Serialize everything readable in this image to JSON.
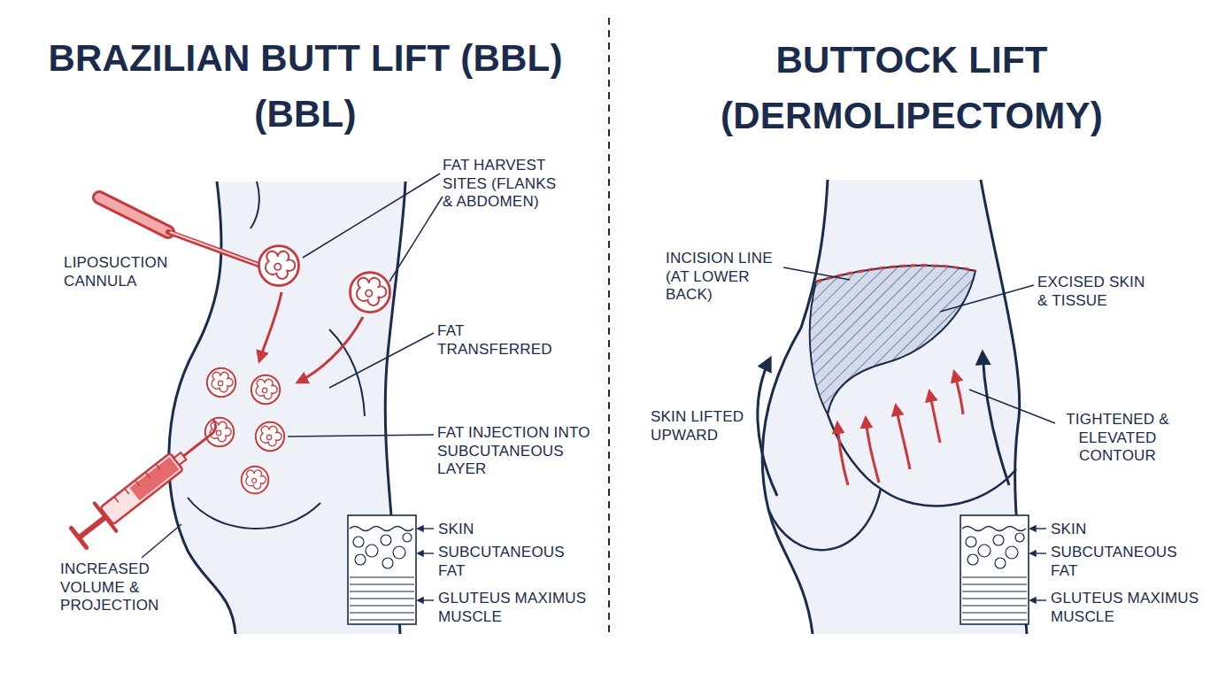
{
  "diagram": {
    "labels": [
      "BRAZILIAN BUTT LIFT (BBL) (BBL)",
      "BUTTOCK LIFT (DERMOLIPECTOMY)",
      "LIPOSUCTION CANNULA",
      "FAT HARVEST SITES (FLANKS & ABDOMEN)",
      "FAT TRANSFERRED",
      "FAT INJECTION INTO SUBCUTANEOUS LAYER",
      "INCREASED VOLUME & PROJECTION",
      "SKIN",
      "SUBCUTANEOUS FAT",
      "GLUTEUS MAXIMUS MUSCLE",
      "INCISION LINE (AT LOWER BACK)",
      "EXCISED SKIN & TISSUE",
      "SKIN LIFTED UPWARD",
      "TIGHTENED & ELEVATED CONTOUR",
      "SKIN",
      "SUBCUTANEOUS FAT",
      "GLUTEUS MAXIMUS MUSCLE"
    ]
  }
}
